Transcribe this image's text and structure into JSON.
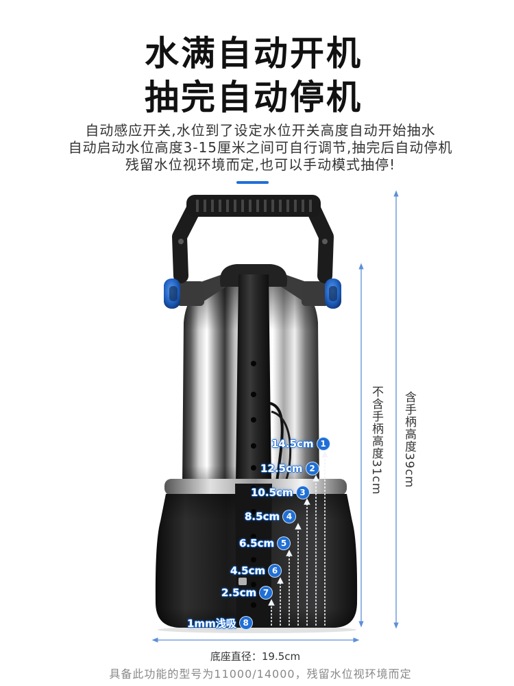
{
  "headline": {
    "line1": "水满自动开机",
    "line2": "抽完自动停机"
  },
  "description": {
    "line1": "自动感应开关,水位到了设定水位开关高度自动开始抽水",
    "line2": "自动启动水位高度3-15厘米之间可自行调节,抽完后自动停机",
    "line3": "残留水位视环境而定,也可以手动模式抽停!"
  },
  "levels": [
    {
      "num": "1",
      "height": "14.5cm"
    },
    {
      "num": "2",
      "height": "12.5cm"
    },
    {
      "num": "3",
      "height": "10.5cm"
    },
    {
      "num": "4",
      "height": "8.5cm"
    },
    {
      "num": "5",
      "height": "6.5cm"
    },
    {
      "num": "6",
      "height": "4.5cm"
    },
    {
      "num": "7",
      "height": "2.5cm"
    },
    {
      "num": "8",
      "height": "1mm浅吸"
    }
  ],
  "dimensions": {
    "height_without_handle": "不含手柄高度31cm",
    "height_with_handle": "含手柄高度39cm",
    "base_diameter": "底座直径：19.5cm"
  },
  "footer_note": "具备此功能的型号为11000/14000，残留水位视环境而定",
  "colors": {
    "accent": "#1f6fd6",
    "measure_line": "#5d8fd6",
    "knob": "#1e5fbf",
    "pump_body": "#1b1b1b"
  }
}
